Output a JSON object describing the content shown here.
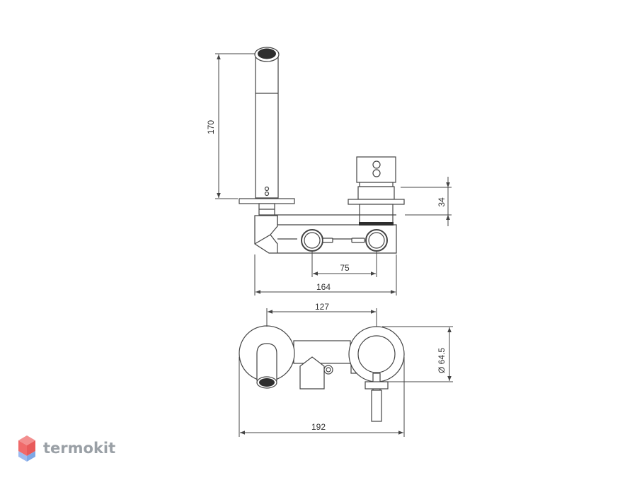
{
  "dimensions": {
    "spout_height": "170",
    "handle_projection": "34",
    "center_distance": "75",
    "body_width": "164",
    "plate_spacing": "127",
    "plate_diameter": "Ø 64.5",
    "overall_width": "192"
  },
  "logo": {
    "text": "termokit",
    "icon": "hexagon-cube-icon"
  },
  "colors": {
    "line": "#444444",
    "dark_fill": "#2e2e2e",
    "logo_red": "#f06a6a",
    "logo_blue": "#7fa8e6",
    "logo_text": "#9aa0a6"
  }
}
